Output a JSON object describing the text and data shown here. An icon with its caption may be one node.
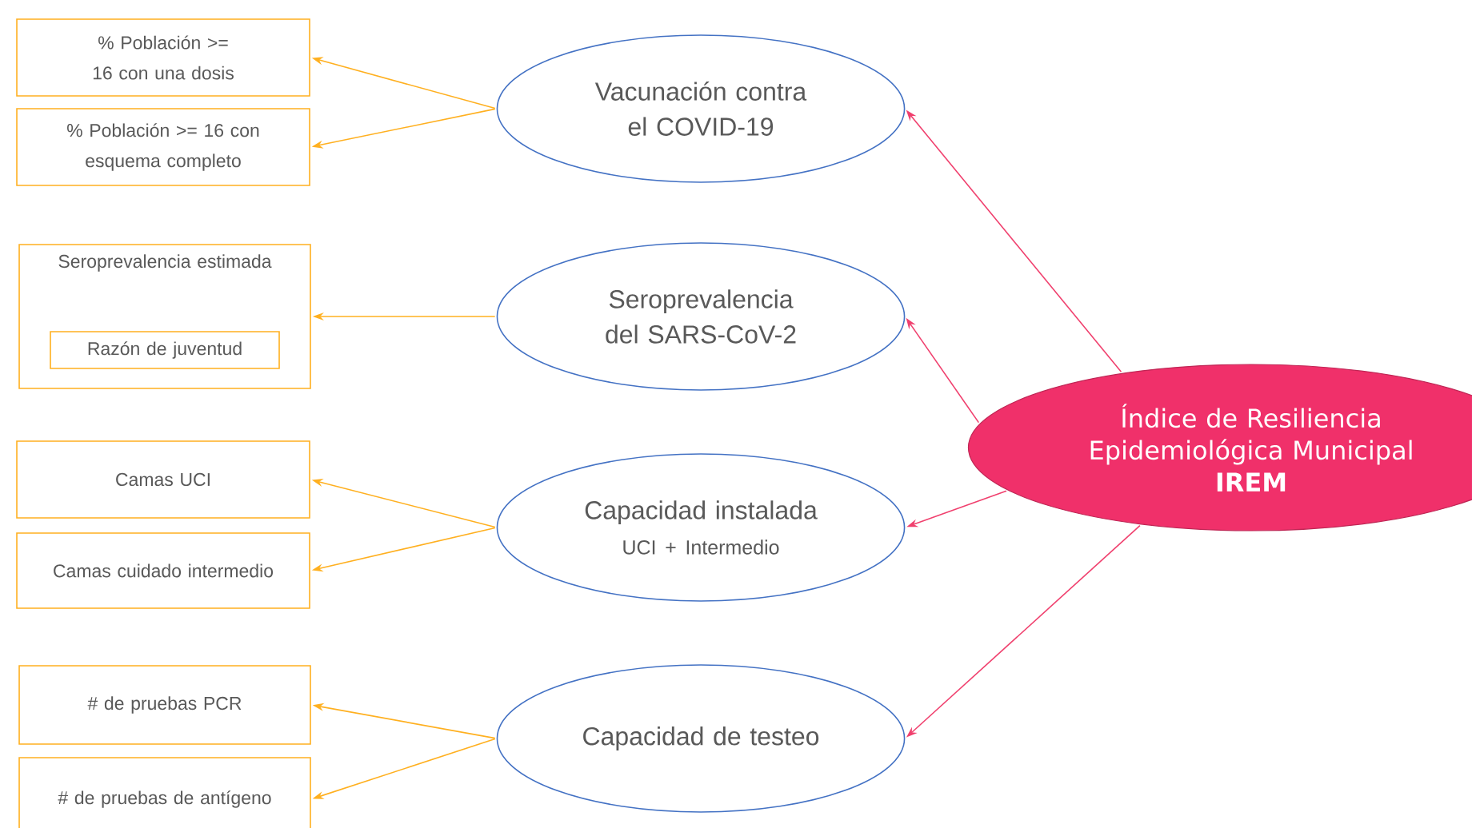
{
  "diagram": {
    "nodes": [
      {
        "text": [
          "Índice de Resiliencia Epidemiológica Municipal",
          "IREM"
        ]
      },
      {
        "text": [
          "Vacunación contra el COVID-19"
        ]
      },
      {
        "text": [
          "% Población >= 16 con una dosis"
        ]
      },
      {
        "text": [
          "% Población >= 16 con esquema completo"
        ]
      },
      {
        "text": [
          "Seroprevalencia del SARS-CoV-2"
        ]
      },
      {
        "text": [
          "Seroprevalencia estimada"
        ]
      },
      {
        "text": [
          "Razón de juventud"
        ],
        "in": 5
      },
      {
        "text": [
          "Capacidad instalada",
          "UCI + Intermedio"
        ]
      },
      {
        "text": [
          "Camas UCI"
        ]
      },
      {
        "text": [
          "Camas cuidado intermedio"
        ]
      },
      {
        "text": [
          "Capacidad de testeo"
        ]
      },
      {
        "text": [
          "# de pruebas PCR"
        ]
      },
      {
        "text": [
          "# de pruebas de antígeno"
        ]
      }
    ],
    "edges": [
      {
        "from": 0,
        "to": 1,
        "arrow": "to",
        "color": "#f0406e"
      },
      {
        "from": 0,
        "to": 4,
        "arrow": "to",
        "color": "#f0406e"
      },
      {
        "from": 0,
        "to": 7,
        "arrow": "to",
        "color": "#f0406e"
      },
      {
        "from": 0,
        "to": 10,
        "arrow": "to",
        "color": "#f0406e"
      },
      {
        "from": 1,
        "to": 2,
        "arrow": "to"
      },
      {
        "from": 1,
        "to": 3,
        "arrow": "to"
      },
      {
        "from": 4,
        "to": 5,
        "arrow": "to"
      },
      {
        "from": 7,
        "to": 8,
        "arrow": "to"
      },
      {
        "from": 7,
        "to": 9,
        "arrow": "to"
      },
      {
        "from": 10,
        "to": 11,
        "arrow": "to"
      },
      {
        "from": 10,
        "to": 12,
        "arrow": "to"
      }
    ]
  }
}
